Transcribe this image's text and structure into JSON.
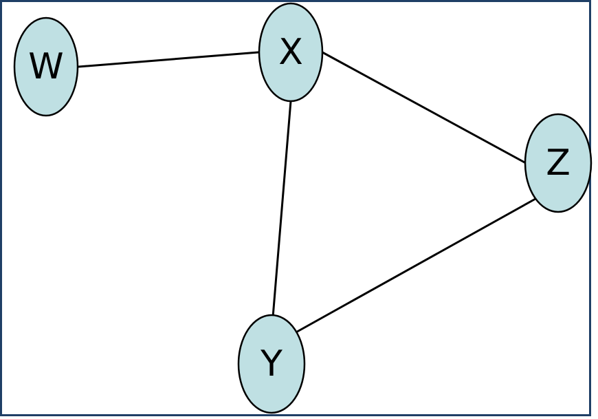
{
  "diagram": {
    "type": "undirected-graph",
    "colors": {
      "node_fill": "#bfe0e3",
      "node_stroke": "#000000",
      "edge": "#000000",
      "frame": "#1f3f66"
    },
    "nodes": [
      {
        "id": "W",
        "label": "W"
      },
      {
        "id": "X",
        "label": "X"
      },
      {
        "id": "Z",
        "label": "Z"
      },
      {
        "id": "Y",
        "label": "Y"
      }
    ],
    "edges": [
      {
        "from": "W",
        "to": "X"
      },
      {
        "from": "X",
        "to": "Z"
      },
      {
        "from": "X",
        "to": "Y"
      },
      {
        "from": "Z",
        "to": "Y"
      }
    ]
  }
}
